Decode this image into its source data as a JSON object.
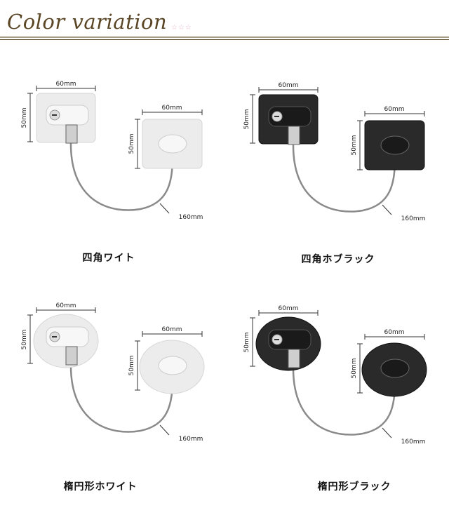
{
  "header": {
    "title": "Color variation",
    "stars": "☆☆☆"
  },
  "variants": [
    {
      "name": "四角ワイト",
      "shape": "square",
      "color": "white",
      "width_label": "60mm",
      "height_label": "50mm",
      "receiver_width_label": "60mm",
      "receiver_height_label": "50mm",
      "cable_label": "160mm"
    },
    {
      "name": "四角ホブラック",
      "shape": "square",
      "color": "black",
      "width_label": "60mm",
      "height_label": "50mm",
      "receiver_width_label": "60mm",
      "receiver_height_label": "50mm",
      "cable_label": "160mm"
    },
    {
      "name": "楕円形ホワイト",
      "shape": "oval",
      "color": "white",
      "width_label": "60mm",
      "height_label": "50mm",
      "receiver_width_label": "60mm",
      "receiver_height_label": "50mm",
      "cable_label": "160mm"
    },
    {
      "name": "楕円形ブラック",
      "shape": "oval",
      "color": "black",
      "width_label": "60mm",
      "height_label": "50mm",
      "receiver_width_label": "60mm",
      "receiver_height_label": "50mm",
      "cable_label": "160mm"
    }
  ],
  "colors": {
    "title": "#5a4524",
    "white_plate": "#ececec",
    "black_plate": "#2a2a2a"
  }
}
